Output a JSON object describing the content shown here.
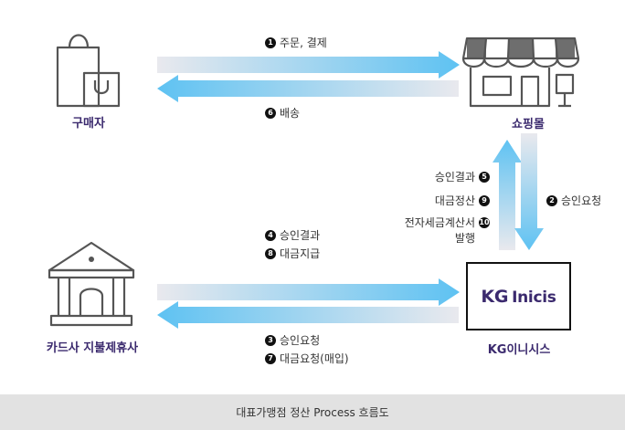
{
  "nodes": {
    "buyer": "구매자",
    "shop": "쇼핑몰",
    "card": "카드사 지불제휴사",
    "kg": "KG이니시스"
  },
  "logo": {
    "kg": "KG",
    "inicis": "Inicis"
  },
  "flows": {
    "f1": {
      "num": "1",
      "text": "주문, 결제"
    },
    "f6": {
      "num": "6",
      "text": "배송"
    },
    "f5": {
      "num": "5",
      "text": "승인결과"
    },
    "f9": {
      "num": "9",
      "text": "대금정산"
    },
    "f10": {
      "num": "10",
      "text": "전자세금계산서",
      "text2": "발행"
    },
    "f2": {
      "num": "2",
      "text": "승인요청"
    },
    "f4": {
      "num": "4",
      "text": "승인결과"
    },
    "f8": {
      "num": "8",
      "text": "대금지급"
    },
    "f3": {
      "num": "3",
      "text": "승인요청"
    },
    "f7": {
      "num": "7",
      "text": "대금요청(매입)"
    }
  },
  "footer": "대표가맹점 정산 Process 흐름도",
  "colors": {
    "arrow": "#67c5f2",
    "arrow_fade": "#e8e8ec",
    "label": "#3b2a6e",
    "footer_bg": "#e2e2e2"
  }
}
